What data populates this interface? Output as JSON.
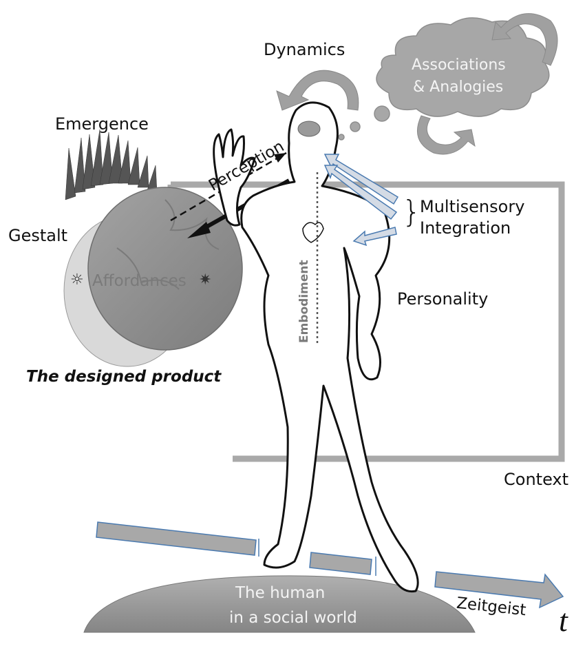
{
  "labels": {
    "dynamics": "Dynamics",
    "associations_line1": "Associations",
    "associations_line2": "& Analogies",
    "emergence": "Emergence",
    "gestalt": "Gestalt",
    "affordances": "Affordances",
    "perception": "Perception",
    "multisensory_line1": "Multisensory",
    "multisensory_line2": "Integration",
    "brace": "}",
    "embodiment": "Embodiment",
    "personality": "Personality",
    "designed_product": "The designed product",
    "context": "Context",
    "human_line1": "The human",
    "human_line2": "in a social world",
    "zeitgeist": "Zeitgeist",
    "t": "t"
  },
  "icons": {
    "sun_left": "☼",
    "sun_right": "✷"
  },
  "colors": {
    "product_sphere": "#8e8e8e",
    "ground": "#9a9a9a",
    "timeline_bar": "#a8a8a8",
    "timeline_edge": "#4a7ab0",
    "cloud": "#a7a7a7",
    "context_frame": "#a9a9a9",
    "sensory_arrow_edge": "#4a7ab0"
  }
}
